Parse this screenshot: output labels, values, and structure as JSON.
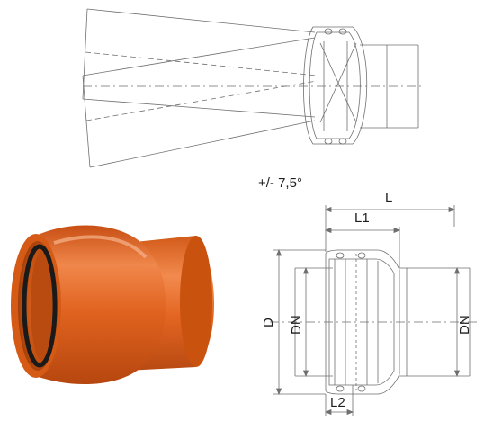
{
  "angle_label": "+/- 7,5°",
  "dimensions": {
    "L": "L",
    "L1": "L1",
    "L2": "L2",
    "D": "D",
    "DN_left": "DN",
    "DN_right": "DN"
  },
  "colors": {
    "line": "#6f6f6f",
    "pipe_orange": "#e2641f",
    "pipe_shadow": "#a8400f",
    "pipe_highlight": "#f6a679",
    "seal": "#1a1a1a"
  }
}
